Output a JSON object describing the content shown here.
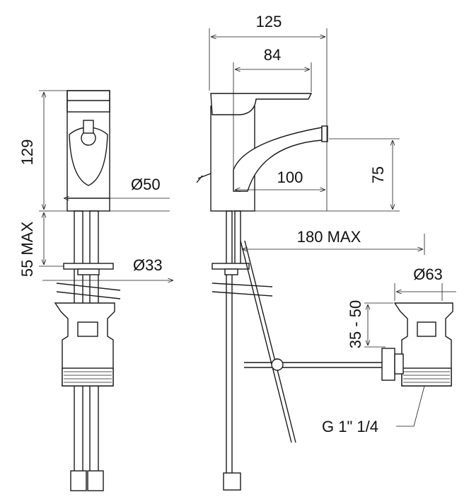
{
  "dimensions": {
    "overall_width": "125",
    "lever_length": "84",
    "height": "129",
    "base_diameter": "Ø50",
    "spout_reach": "100",
    "spout_height": "75",
    "max_deck_thickness": "55 MAX",
    "max_rod_reach": "180 MAX",
    "hole_diameter": "Ø33",
    "waste_diameter": "Ø63",
    "waste_range": "35 - 50",
    "thread": "G 1\" 1/4"
  }
}
